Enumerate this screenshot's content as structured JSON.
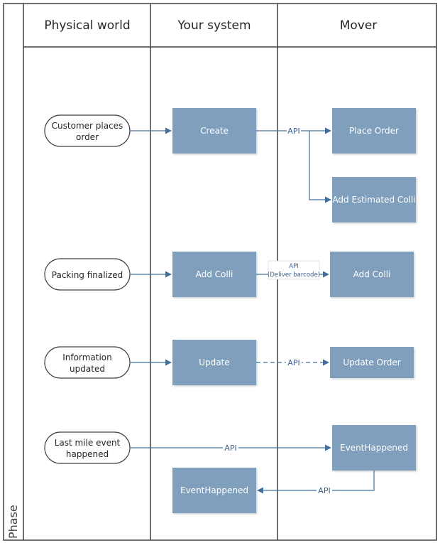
{
  "lanes": [
    "Physical world",
    "Your system",
    "Mover"
  ],
  "phase_label": "Phase",
  "events": [
    {
      "lines": [
        "Customer places",
        "order"
      ]
    },
    {
      "lines": [
        "Packing finalized"
      ]
    },
    {
      "lines": [
        "Information",
        "updated"
      ]
    },
    {
      "lines": [
        "Last mile event",
        "happened"
      ]
    }
  ],
  "system_boxes": [
    "Create",
    "Add Colli",
    "Update",
    "EventHappened"
  ],
  "mover_boxes": [
    "Place Order",
    "Add Estimated Colli",
    "Add Colli",
    "Update Order",
    "EventHappened"
  ],
  "connector_labels": {
    "api": "API",
    "api_deliver_top": "API",
    "api_deliver_bottom": "(Deliver barcode)"
  },
  "colors": {
    "box_fill": "#7f9fbd",
    "line": "#41709c",
    "border": "#404040"
  }
}
